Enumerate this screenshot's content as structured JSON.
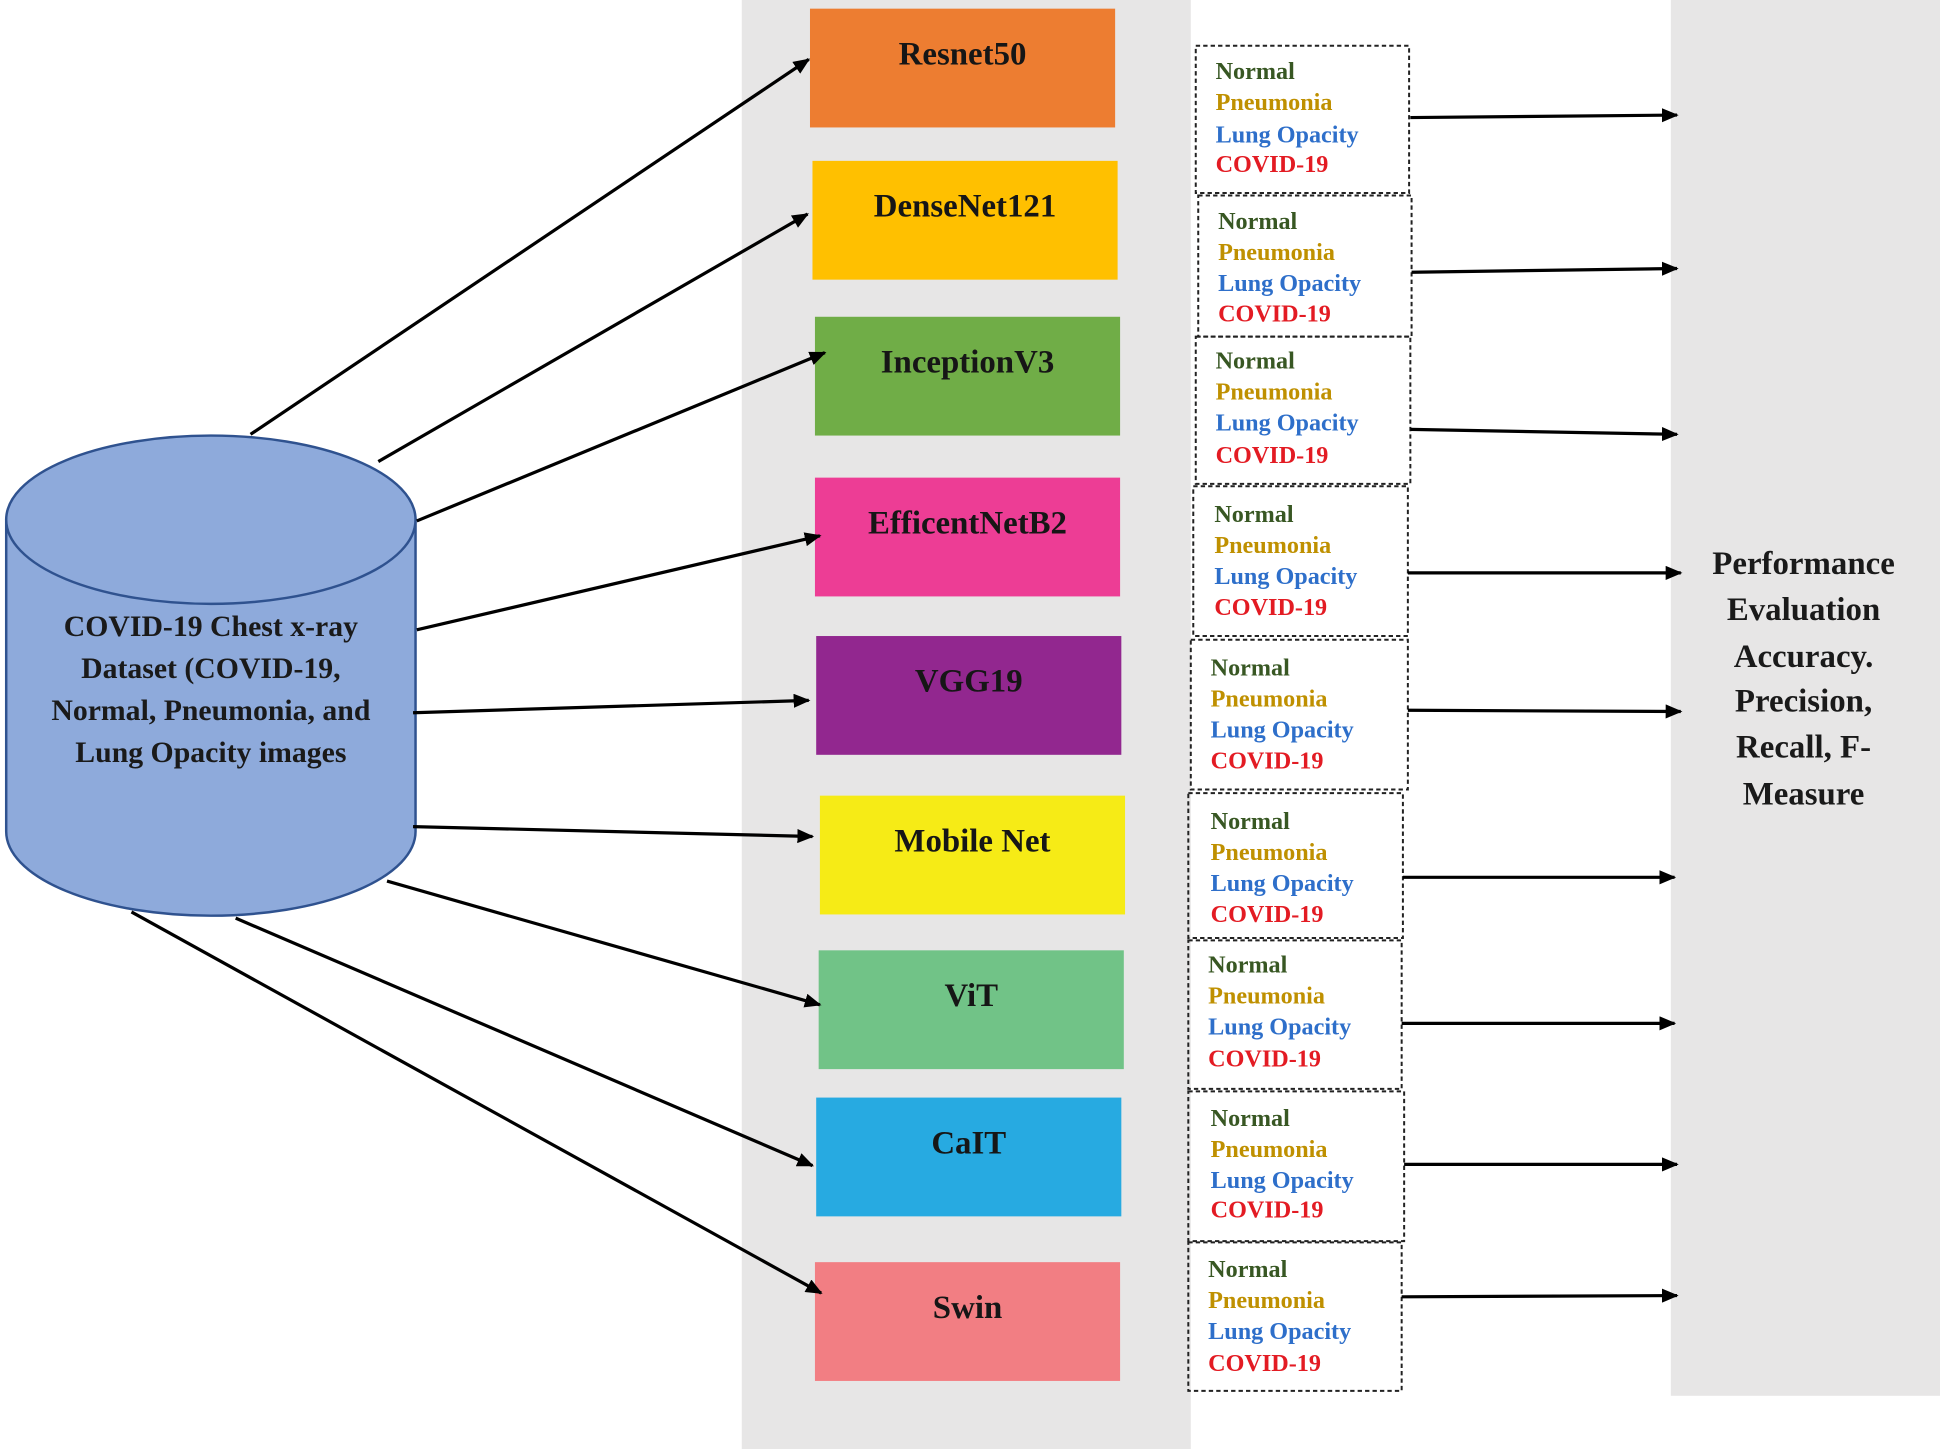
{
  "dataset": {
    "lines": [
      "COVID-19 Chest x-ray",
      "Dataset (COVID-19,",
      "Normal, Pneumonia, and",
      "Lung Opacity images"
    ],
    "fill": "#8eaadb",
    "stroke": "#2f528f"
  },
  "models": [
    {
      "name": "Resnet50",
      "color": "#ed7d31"
    },
    {
      "name": "DenseNet121",
      "color": "#ffc000"
    },
    {
      "name": "InceptionV3",
      "color": "#70ad47"
    },
    {
      "name": "EfficentNetB2",
      "color": "#ed3d95"
    },
    {
      "name": "VGG19",
      "color": "#92278f"
    },
    {
      "name": "Mobile Net",
      "color": "#f6eb16"
    },
    {
      "name": "ViT",
      "color": "#71c387"
    },
    {
      "name": "CaIT",
      "color": "#27aae1"
    },
    {
      "name": "Swin",
      "color": "#f27e83"
    }
  ],
  "output_classes": [
    {
      "label": "Normal",
      "color": "#385723"
    },
    {
      "label": "Pneumonia",
      "color": "#bf9000"
    },
    {
      "label": "Lung Opacity",
      "color": "#2e6fca"
    },
    {
      "label": "COVID-19",
      "color": "#e31b23"
    }
  ],
  "evaluation": {
    "lines": [
      "Performance",
      "Evaluation",
      "Accuracy.",
      "Precision,",
      "Recall, F-",
      "Measure"
    ]
  },
  "colors": {
    "panel": "#e7e6e6"
  }
}
